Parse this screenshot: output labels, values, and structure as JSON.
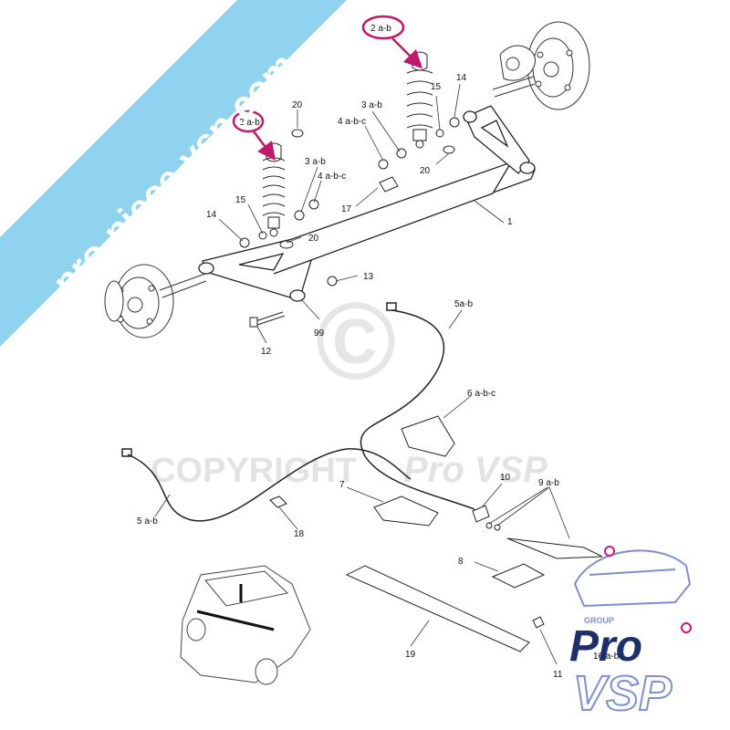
{
  "watermark": {
    "banner_text": "pro-piece-vsp.com",
    "copyright_text": "COPYRIGHT",
    "copyright_brand": "Pro VSP",
    "copyright_symbol": "©",
    "banner_color": "#8fd3ee",
    "watermark_color": "#e3e3e3"
  },
  "logo": {
    "line1": "Pro",
    "line2": "VSP",
    "group_text": "GROUP",
    "primary_color": "#1f2f6b",
    "accent_color": "#d0177e",
    "light_color": "#7c8fd0"
  },
  "callouts": {
    "p2ab": "2 a-b",
    "p2ab_left": "2 a-b",
    "p20a": "20",
    "p20b": "20",
    "p20c": "20",
    "p3ab_a": "3 a-b",
    "p3ab_b": "3 a-b",
    "p4abc_a": "4 a-b-c",
    "p4abc_b": "4 a-b-c",
    "p15a": "15",
    "p15b": "15",
    "p14a": "14",
    "p14b": "14",
    "p17": "17",
    "p1": "1",
    "p13": "13",
    "p99": "99",
    "p12": "12",
    "p5ab_top": "5a-b",
    "p5ab_left": "5 a-b",
    "p6abc": "6 a-b-c",
    "p7": "7",
    "p10": "10",
    "p9ab": "9 a-b",
    "p18": "18",
    "p8": "8",
    "p19": "19",
    "p11": "11",
    "p16ab": "16 a-b"
  },
  "highlight_color": "#c2186b"
}
